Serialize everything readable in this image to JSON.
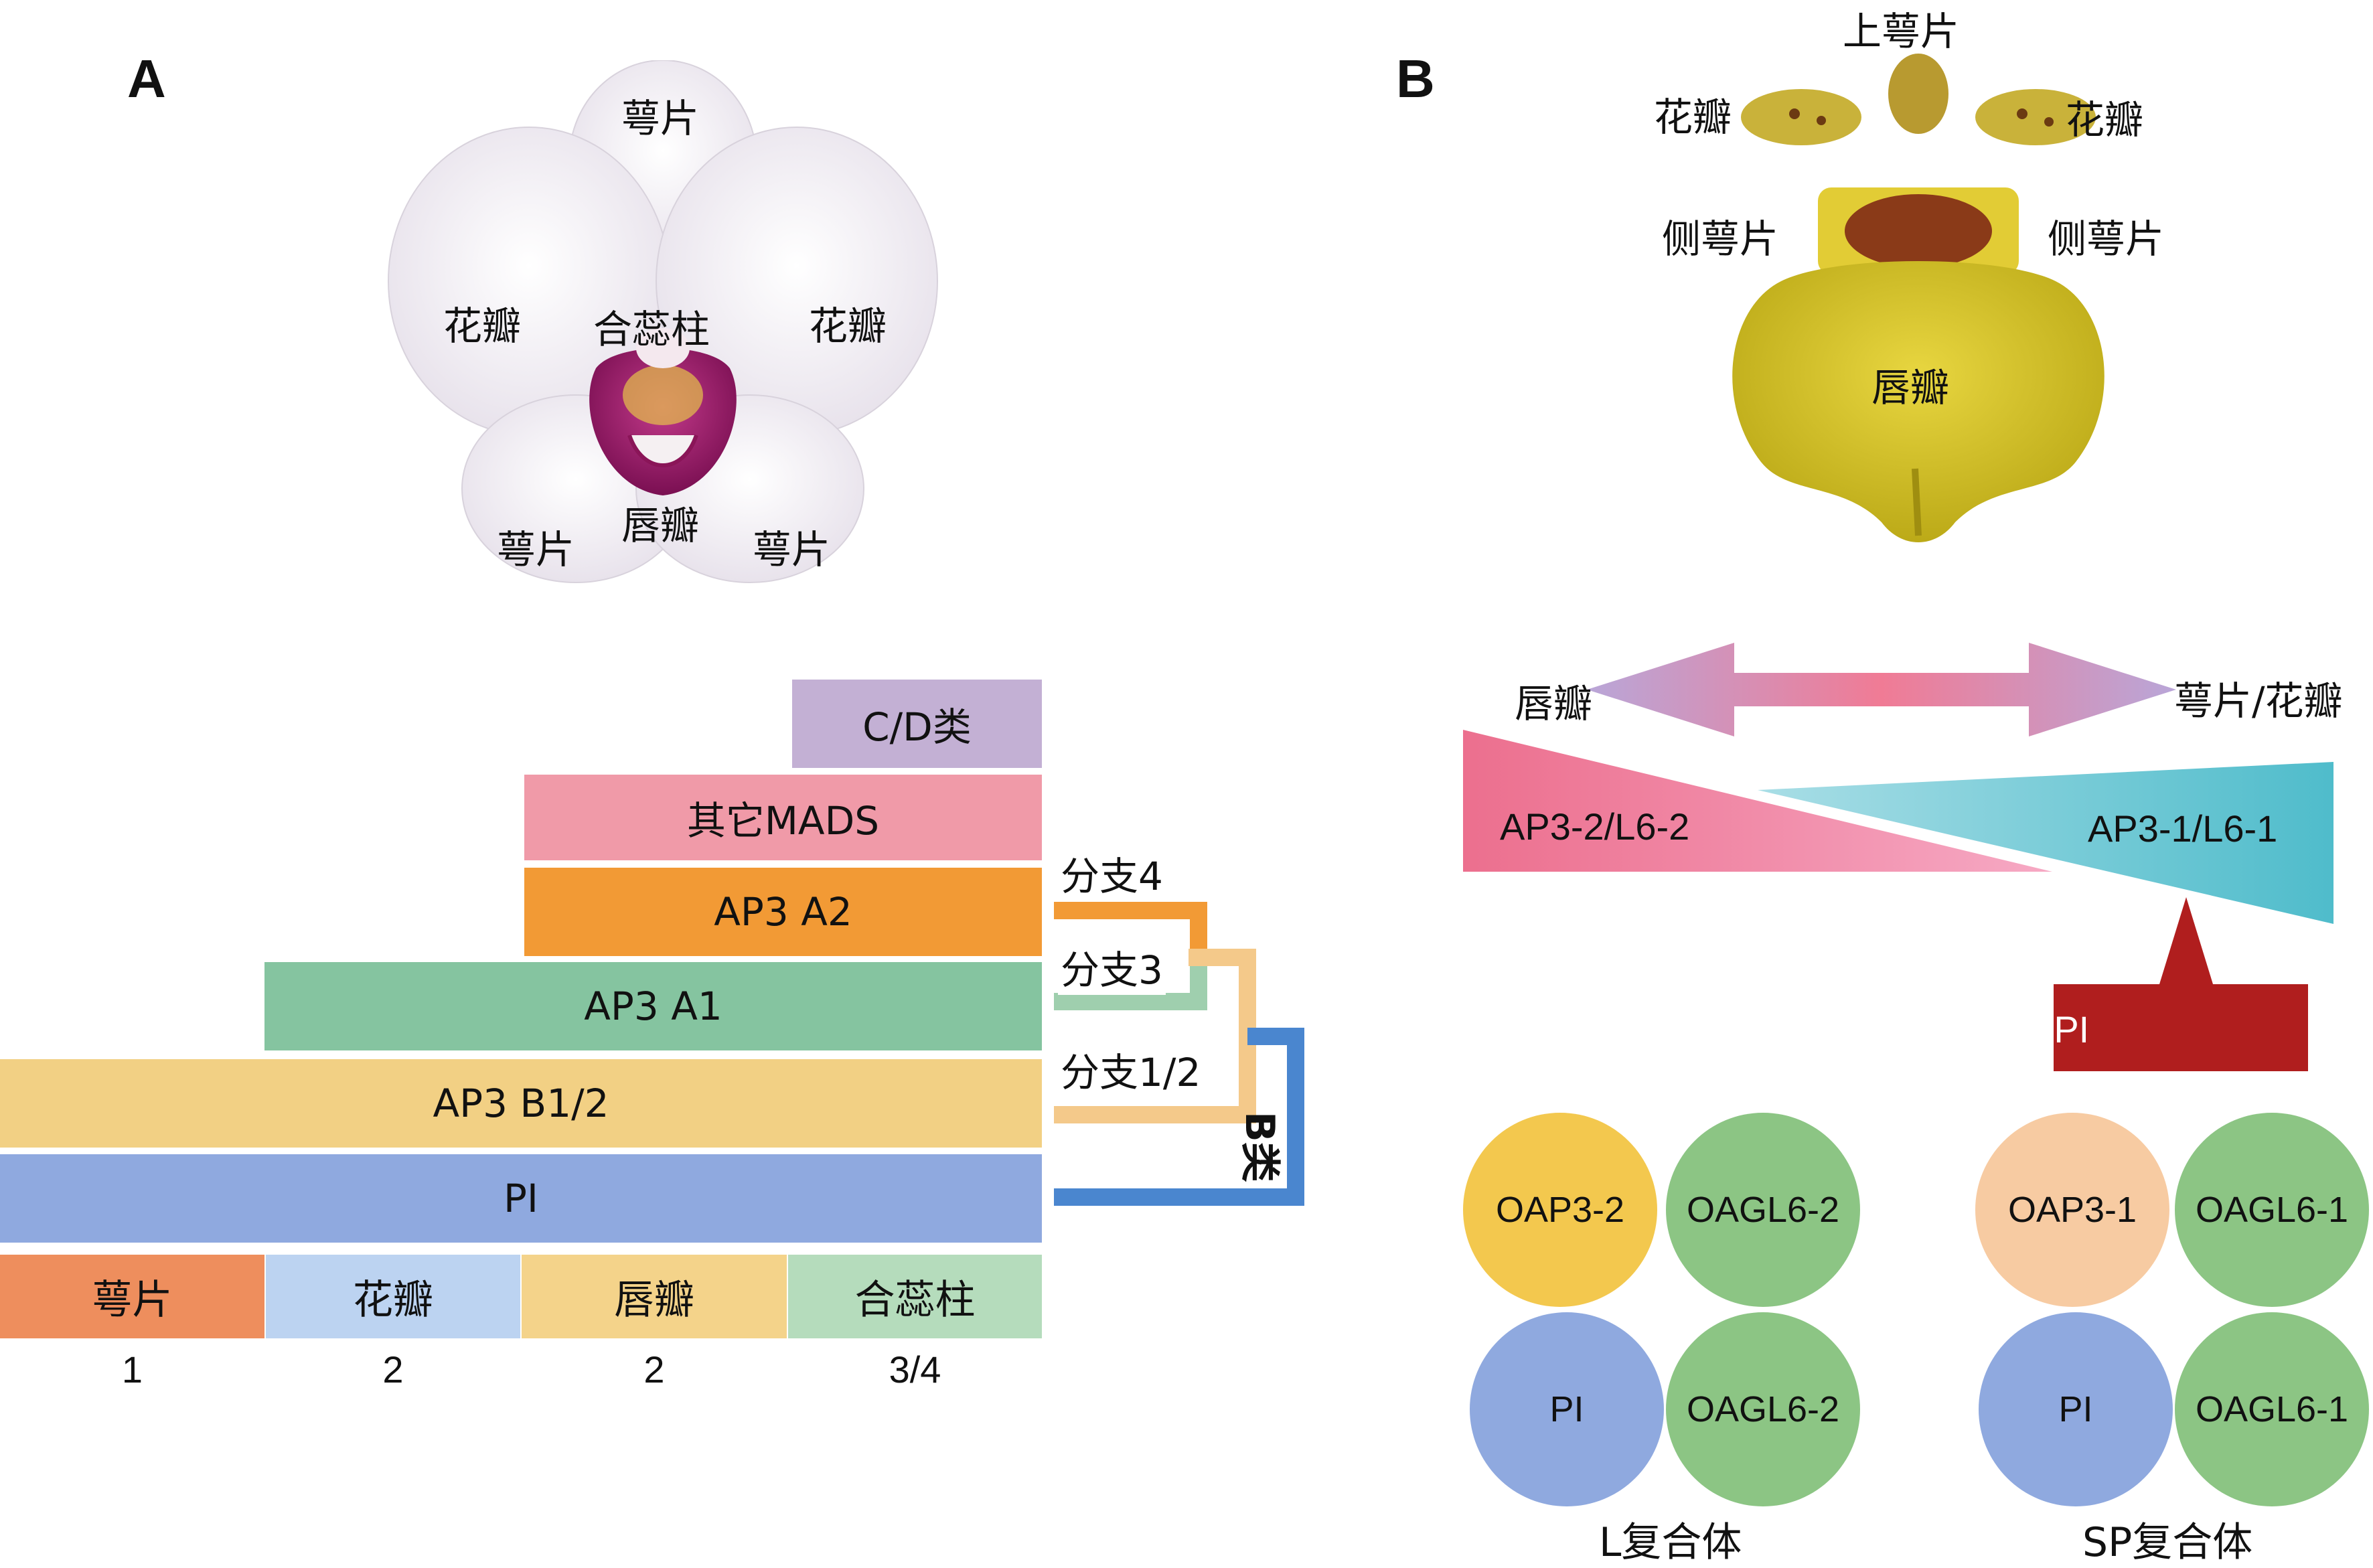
{
  "panel_a": {
    "letter": "A",
    "flower_labels": {
      "top_sepal": "萼片",
      "left_petal": "花瓣",
      "column": "合蕊柱",
      "right_petal": "花瓣",
      "left_sepal": "萼片",
      "lip": "唇瓣",
      "right_sepal": "萼片"
    },
    "bars": {
      "cd": "C/D类",
      "other_mads": "其它MADS",
      "ap3_a2": "AP3 A2",
      "ap3_a1": "AP3 A1",
      "ap3_b12": "AP3 B1/2",
      "pi": "PI"
    },
    "clades": {
      "clade4": "分支4",
      "clade3": "分支3",
      "clade12": "分支1/2",
      "b_class": "B类"
    },
    "organs": [
      {
        "name": "萼片",
        "whorl": "1"
      },
      {
        "name": "花瓣",
        "whorl": "2"
      },
      {
        "name": "唇瓣",
        "whorl": "2"
      },
      {
        "name": "合蕊柱",
        "whorl": "3/4"
      }
    ],
    "colors": {
      "cd": "#c3b0d4",
      "other_mads": "#f09aa8",
      "ap3_a2": "#f29a35",
      "ap3_a1": "#85c4a0",
      "ap3_b12": "#f2d084",
      "pi": "#8fa9df",
      "sepal": "#ee8e5d",
      "petal": "#bcd3f1",
      "lip": "#f4d38a",
      "column": "#b5dcbc",
      "clade4_line": "#f29a35",
      "clade3_line": "#9fcfae",
      "clade12_line": "#f4c98a",
      "b_line": "#4a86cf"
    }
  },
  "panel_b": {
    "letter": "B",
    "flower_labels": {
      "dorsal_sepal": "上萼片",
      "left_petal": "花瓣",
      "right_petal": "花瓣",
      "left_lateral_sepal": "侧萼片",
      "right_lateral_sepal": "侧萼片",
      "lip": "唇瓣"
    },
    "arrow_left": "唇瓣",
    "arrow_right": "萼片/花瓣",
    "wedge_left": "AP3-2/L6-2",
    "wedge_right": "AP3-1/L6-1",
    "fulcrum": "OPI",
    "l_complex": {
      "title": "L复合体",
      "circles": [
        "OAP3-2",
        "OAGL6-2",
        "PI",
        "OAGL6-2"
      ]
    },
    "sp_complex": {
      "title": "SP复合体",
      "circles": [
        "OAP3-1",
        "OAGL6-1",
        "PI",
        "OAGL6-1"
      ]
    },
    "colors": {
      "wedge_left": "#ec6f8e",
      "wedge_right": "#4fbccb",
      "fulcrum": "#b01e1e",
      "oap3_2": "#f3c84e",
      "oagl6": "#8cc584",
      "pi": "#8fa9df",
      "oap3_1": "#f7cba2"
    }
  }
}
